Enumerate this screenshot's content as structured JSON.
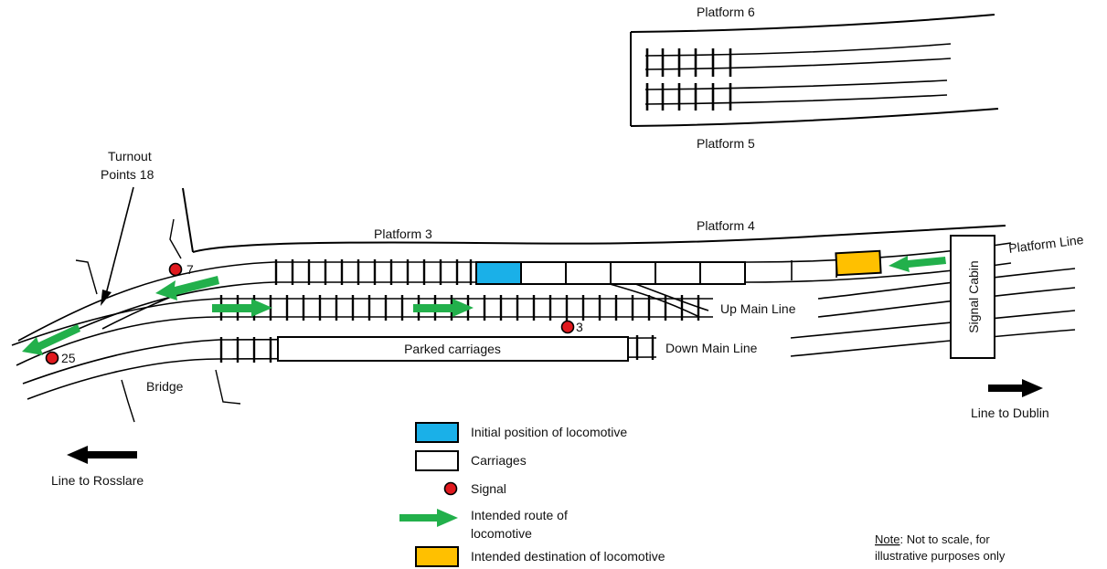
{
  "labels": {
    "platform_6": "Platform 6",
    "platform_5": "Platform 5",
    "platform_3": "Platform 3",
    "platform_4": "Platform 4",
    "platform_line": "Platform Line",
    "signal_cabin": "Signal Cabin",
    "up_main_line": "Up Main Line",
    "down_main_line": "Down Main Line",
    "parked_carriages": "Parked carriages",
    "turnout_line1": "Turnout",
    "turnout_line2": "Points 18",
    "bridge": "Bridge",
    "line_to_dublin": "Line to Dublin",
    "line_to_rosslare": "Line to Rosslare"
  },
  "signals": {
    "signal_7": "7",
    "signal_3": "3",
    "signal_25": "25"
  },
  "legend": {
    "initial_position": "Initial position of locomotive",
    "carriages": "Carriages",
    "signal": "Signal",
    "route_line1": "Intended route of",
    "route_line2": "locomotive",
    "destination": "Intended destination of locomotive"
  },
  "note": {
    "label": "Note",
    "line1": ": Not to scale, for",
    "line2": "illustrative purposes only"
  },
  "colors": {
    "locomotive": "#1ab0e8",
    "destination": "#ffc000",
    "signal": "#e0191e",
    "route_arrow": "#22b04b",
    "line": "#000000"
  },
  "icons": {
    "direction_arrow": "black-arrow-icon",
    "route_arrow": "green-arrow-icon",
    "signal": "red-circle-icon"
  }
}
